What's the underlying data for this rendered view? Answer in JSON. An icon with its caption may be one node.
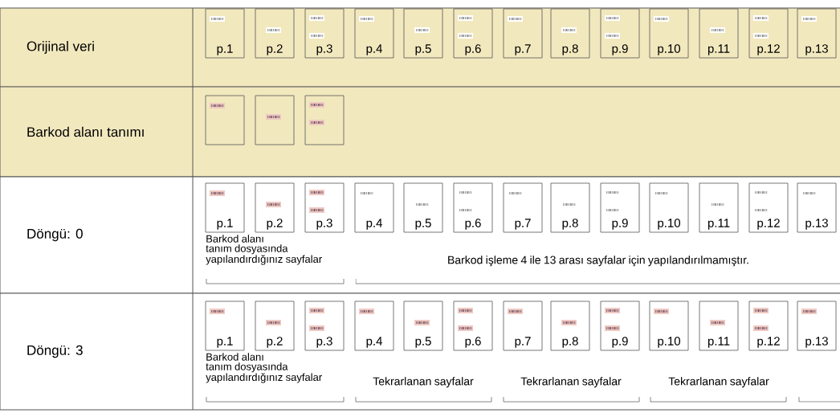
{
  "diagram": {
    "nodes": [
      {
        "text": [
          "Orijinal veri"
        ]
      },
      {
        "text": [
          "p.1"
        ],
        "in": 0
      },
      {
        "text": [
          "p.2"
        ],
        "in": 0
      },
      {
        "text": [
          "p.3"
        ],
        "in": 0
      },
      {
        "text": [
          "p.4"
        ],
        "in": 0
      },
      {
        "text": [
          "p.5"
        ],
        "in": 0
      },
      {
        "text": [
          "p.6"
        ],
        "in": 0
      },
      {
        "text": [
          "p.7"
        ],
        "in": 0
      },
      {
        "text": [
          "p.8"
        ],
        "in": 0
      },
      {
        "text": [
          "p.9"
        ],
        "in": 0
      },
      {
        "text": [
          "p.10"
        ],
        "in": 0
      },
      {
        "text": [
          "p.11"
        ],
        "in": 0
      },
      {
        "text": [
          "p.12"
        ],
        "in": 0
      },
      {
        "text": [
          "p.13"
        ],
        "in": 0
      },
      {
        "text": [
          "Barkod alanı tanımı"
        ]
      },
      {
        "text": [],
        "shape": "box",
        "in": 14
      },
      {
        "text": [],
        "shape": "box",
        "in": 14
      },
      {
        "text": [],
        "shape": "box",
        "in": 14
      },
      {
        "text": [
          "Döngü: 0"
        ]
      },
      {
        "text": [
          "p.1"
        ],
        "in": 18
      },
      {
        "text": [
          "p.2"
        ],
        "in": 18
      },
      {
        "text": [
          "p.3"
        ],
        "in": 18
      },
      {
        "text": [
          "p.4"
        ],
        "in": 18
      },
      {
        "text": [
          "p.5"
        ],
        "in": 18
      },
      {
        "text": [
          "p.6"
        ],
        "in": 18
      },
      {
        "text": [
          "p.7"
        ],
        "in": 18
      },
      {
        "text": [
          "p.8"
        ],
        "in": 18
      },
      {
        "text": [
          "p.9"
        ],
        "in": 18
      },
      {
        "text": [
          "p.10"
        ],
        "in": 18
      },
      {
        "text": [
          "p.11"
        ],
        "in": 18
      },
      {
        "text": [
          "p.12"
        ],
        "in": 18
      },
      {
        "text": [
          "p.13"
        ],
        "in": 18
      },
      {
        "text": [
          "Döngü: 3"
        ]
      },
      {
        "text": [
          "p.1"
        ],
        "in": 32
      },
      {
        "text": [
          "p.2"
        ],
        "in": 32
      },
      {
        "text": [
          "p.3"
        ],
        "in": 32
      },
      {
        "text": [
          "p.4"
        ],
        "in": 32
      },
      {
        "text": [
          "p.5"
        ],
        "in": 32
      },
      {
        "text": [
          "p.6"
        ],
        "in": 32
      },
      {
        "text": [
          "p.7"
        ],
        "in": 32
      },
      {
        "text": [
          "p.8"
        ],
        "in": 32
      },
      {
        "text": [
          "p.9"
        ],
        "in": 32
      },
      {
        "text": [
          "p.10"
        ],
        "in": 32
      },
      {
        "text": [
          "p.11"
        ],
        "in": 32
      },
      {
        "text": [
          "p.12"
        ],
        "in": 32
      },
      {
        "text": [
          "p.13"
        ],
        "in": 32
      }
    ],
    "labels": [
      "Barkod alanı tanım dosyasında yapılandırdığınız sayfalar",
      "Barkod işleme 4 ile 13 arası sayfalar için yapılandırılmamıştır.",
      "Barkod alanı tanım dosyasında yapılandırdığınız sayfalar",
      "Tekrarlanan sayfalar",
      "Tekrarlanan sayfalar",
      "Tekrarlanan sayfalar"
    ]
  }
}
